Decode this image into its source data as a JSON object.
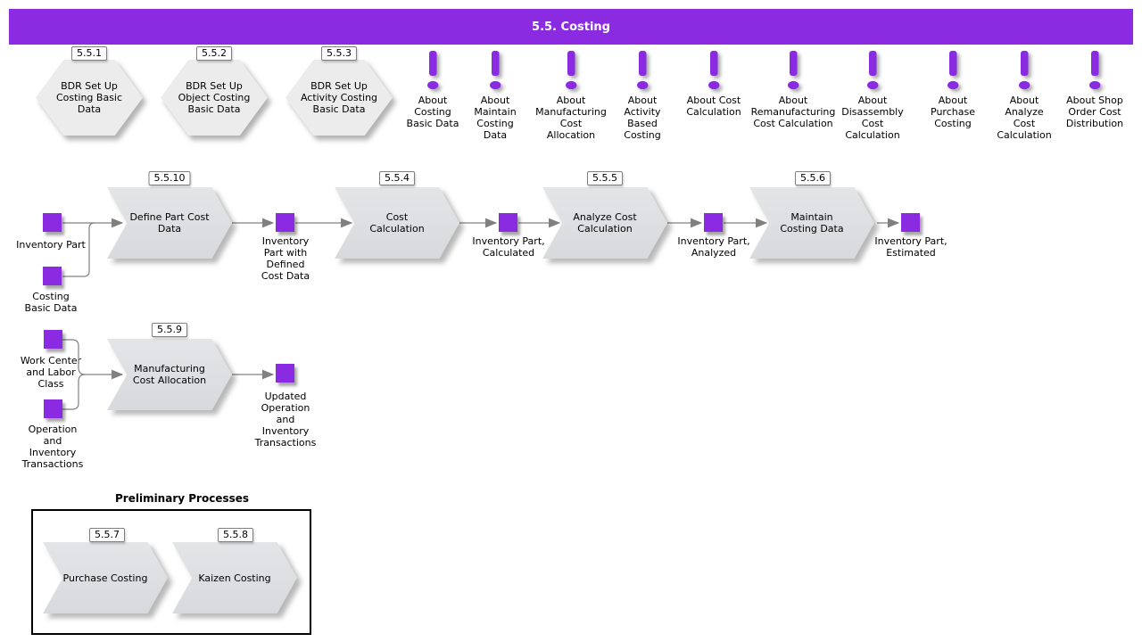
{
  "header": {
    "title": "5.5. Costing"
  },
  "colors": {
    "accent": "#8A2BE2",
    "shape_fill": "#DCDEE0",
    "hex_fill": "#ECECEC",
    "line": "#808080"
  },
  "hexagons": [
    {
      "id": "5.5.1",
      "label": "BDR Set Up\nCosting Basic\nData"
    },
    {
      "id": "5.5.2",
      "label": "BDR Set Up\nObject Costing\nBasic Data"
    },
    {
      "id": "5.5.3",
      "label": "BDR Set Up\nActivity Costing\nBasic Data"
    }
  ],
  "about_items": [
    {
      "label": "About\nCosting\nBasic Data"
    },
    {
      "label": "About\nMaintain\nCosting\nData"
    },
    {
      "label": "About\nManufacturing\nCost\nAllocation"
    },
    {
      "label": "About\nActivity\nBased\nCosting"
    },
    {
      "label": "About Cost\nCalculation"
    },
    {
      "label": "About\nRemanufacturing\nCost Calculation"
    },
    {
      "label": "About\nDisassembly\nCost\nCalculation"
    },
    {
      "label": "About\nPurchase\nCosting"
    },
    {
      "label": "About\nAnalyze\nCost\nCalculation"
    },
    {
      "label": "About Shop\nOrder Cost\nDistribution"
    }
  ],
  "main_flow": {
    "inputs": [
      {
        "label": "Inventory Part"
      },
      {
        "label": "Costing\nBasic Data"
      }
    ],
    "steps": [
      {
        "id": "5.5.10",
        "label": "Define Part Cost\nData"
      },
      {
        "id": "5.5.4",
        "label": "Cost\nCalculation"
      },
      {
        "id": "5.5.5",
        "label": "Analyze Cost\nCalculation"
      },
      {
        "id": "5.5.6",
        "label": "Maintain\nCosting Data"
      }
    ],
    "artifacts": [
      {
        "label": "Inventory\nPart with\nDefined\nCost Data"
      },
      {
        "label": "Inventory Part,\nCalculated"
      },
      {
        "label": "Inventory Part,\nAnalyzed"
      },
      {
        "label": "Inventory Part,\nEstimated"
      }
    ]
  },
  "allocation_flow": {
    "inputs": [
      {
        "label": "Work Center\nand Labor\nClass"
      },
      {
        "label": "Operation\nand\nInventory\nTransactions"
      }
    ],
    "steps": [
      {
        "id": "5.5.9",
        "label": "Manufacturing\nCost Allocation"
      }
    ],
    "artifacts": [
      {
        "label": "Updated\nOperation\nand\nInventory\nTransactions"
      }
    ]
  },
  "preliminary": {
    "title": "Preliminary Processes",
    "steps": [
      {
        "id": "5.5.7",
        "label": "Purchase Costing"
      },
      {
        "id": "5.5.8",
        "label": "Kaizen Costing"
      }
    ]
  }
}
